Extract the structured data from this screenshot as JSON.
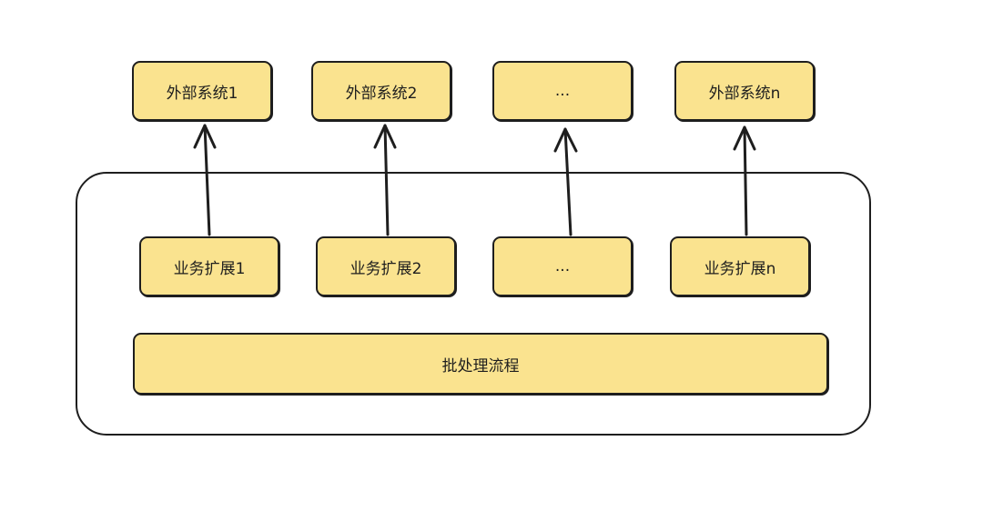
{
  "diagram": {
    "external_systems": [
      {
        "label": "外部系统1"
      },
      {
        "label": "外部系统2"
      },
      {
        "label": "..."
      },
      {
        "label": "外部系统n"
      }
    ],
    "extensions": [
      {
        "label": "业务扩展1"
      },
      {
        "label": "业务扩展2"
      },
      {
        "label": "..."
      },
      {
        "label": "业务扩展n"
      }
    ],
    "batch_process": {
      "label": "批处理流程"
    },
    "colors": {
      "node_fill": "#fae38f",
      "stroke": "#1e1e1e",
      "background": "#ffffff"
    }
  }
}
